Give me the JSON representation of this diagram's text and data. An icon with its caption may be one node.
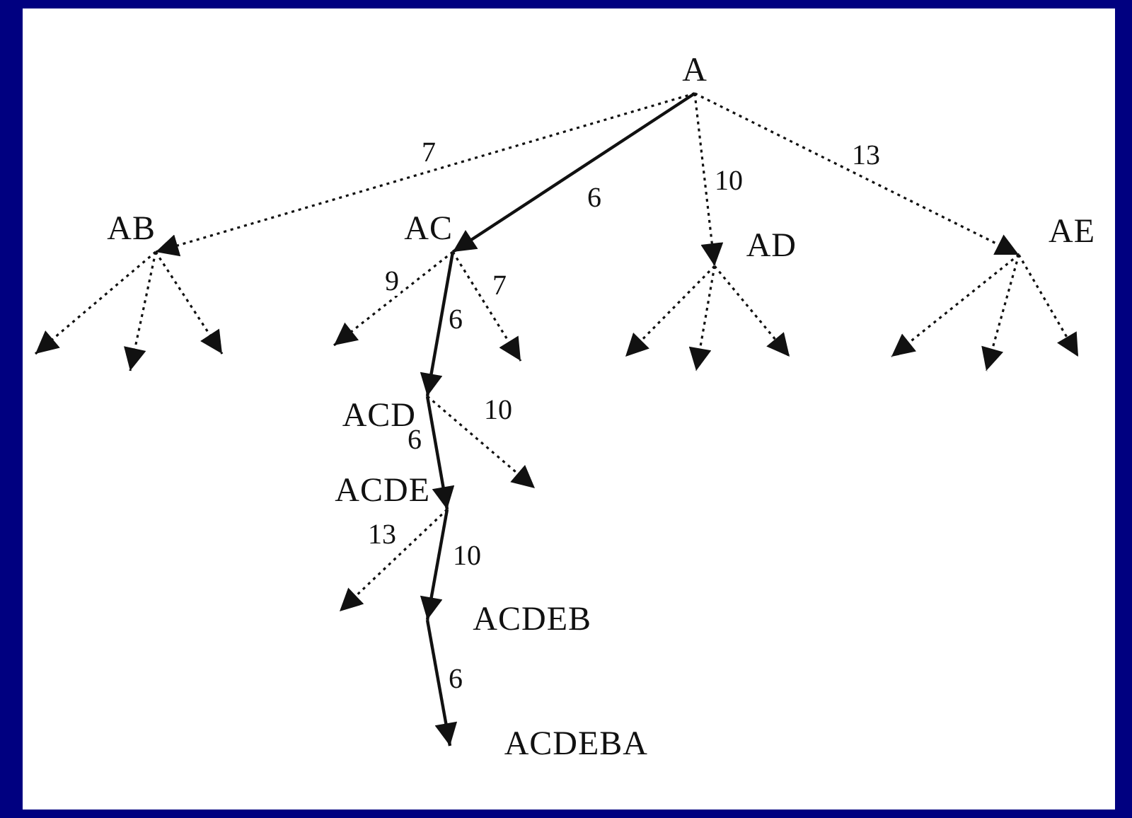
{
  "diagram": {
    "nodes": [
      {
        "text": [
          "A"
        ]
      },
      {
        "text": [
          "AB"
        ]
      },
      {
        "text": [
          "AC"
        ]
      },
      {
        "text": [
          "AD"
        ]
      },
      {
        "text": [
          "AE"
        ]
      },
      {
        "text": [
          "ACD"
        ]
      },
      {
        "text": [
          "ACDE"
        ]
      },
      {
        "text": [
          "ACDEB"
        ]
      },
      {
        "text": [
          "ACDEBA"
        ]
      }
    ],
    "edges": [
      {
        "from": 0,
        "to": 1,
        "arrow": "to",
        "label": "7",
        "style": "dashed"
      },
      {
        "from": 0,
        "to": 2,
        "arrow": "to",
        "label": "6"
      },
      {
        "from": 0,
        "to": 3,
        "arrow": "to",
        "label": "10",
        "style": "dashed"
      },
      {
        "from": 0,
        "to": 4,
        "arrow": "to",
        "label": "13",
        "style": "dashed"
      },
      {
        "from": 1,
        "to": null,
        "arrow": "to",
        "style": "dashed"
      },
      {
        "from": 1,
        "to": null,
        "arrow": "to",
        "style": "dashed"
      },
      {
        "from": 1,
        "to": null,
        "arrow": "to",
        "style": "dashed"
      },
      {
        "from": 2,
        "to": null,
        "arrow": "to",
        "label": "9",
        "style": "dashed"
      },
      {
        "from": 2,
        "to": 5,
        "arrow": "to",
        "label": "6"
      },
      {
        "from": 2,
        "to": null,
        "arrow": "to",
        "label": "7",
        "style": "dashed"
      },
      {
        "from": 3,
        "to": null,
        "arrow": "to",
        "style": "dashed"
      },
      {
        "from": 3,
        "to": null,
        "arrow": "to",
        "style": "dashed"
      },
      {
        "from": 3,
        "to": null,
        "arrow": "to",
        "style": "dashed"
      },
      {
        "from": 4,
        "to": null,
        "arrow": "to",
        "style": "dashed"
      },
      {
        "from": 4,
        "to": null,
        "arrow": "to",
        "style": "dashed"
      },
      {
        "from": 4,
        "to": null,
        "arrow": "to",
        "style": "dashed"
      },
      {
        "from": 5,
        "to": 6,
        "arrow": "to",
        "label": "6"
      },
      {
        "from": 5,
        "to": null,
        "arrow": "to",
        "label": "10",
        "style": "dashed"
      },
      {
        "from": 6,
        "to": null,
        "arrow": "to",
        "label": "13",
        "style": "dashed"
      },
      {
        "from": 6,
        "to": 7,
        "arrow": "to",
        "label": "10"
      },
      {
        "from": 7,
        "to": 8,
        "arrow": "to",
        "label": "6"
      }
    ]
  }
}
